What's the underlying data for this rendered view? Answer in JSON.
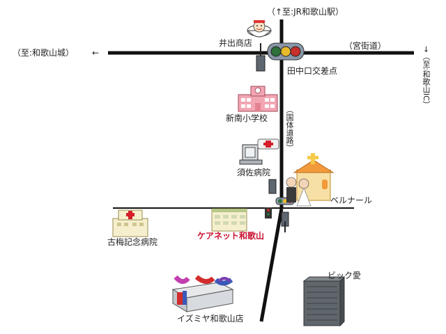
{
  "labels": {
    "to_jr_station": "（↑至:JR和歌山駅）",
    "to_wakayama_castle": "（至:和歌山城）",
    "to_wakayama_ic": "→（至:和歌山IC）",
    "miyakaido": "（宮街道）",
    "kokutai_road": "（国体道路）",
    "ide_shoten": "井出商店",
    "tanakaguchi": "田中口交差点",
    "shinnan_school": "新南小学校",
    "susa_hospital": "須佐病院",
    "bellnard": "ベルナール",
    "koume_hospital": "古梅記念病院",
    "carenet": "ケアネット和歌山",
    "izumiya": "イズミヤ和歌山店",
    "big_ai": "ビック愛"
  },
  "arrows": {
    "left": "←"
  },
  "colors": {
    "road": "#111111",
    "highlight": "#c8102e",
    "building_pink": "#f2a6b4",
    "roof_orange": "#f29a3a"
  },
  "icons": [
    "ramen-shop-icon",
    "traffic-light-icon",
    "bus-stop-icon",
    "school-icon",
    "hospital-icon",
    "chapel-icon",
    "wedding-couple-icon",
    "care-facility-icon",
    "shopping-mall-icon",
    "office-building-icon"
  ]
}
